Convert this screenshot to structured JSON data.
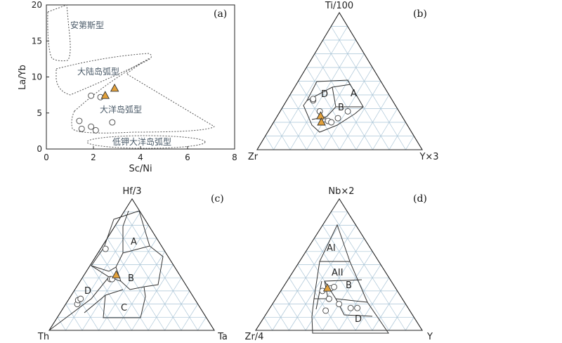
{
  "chart_data": [
    {
      "type": "scatter",
      "panel": "(a)",
      "xlabel": "Sc/Ni",
      "ylabel": "La/Yb",
      "xlim": [
        0,
        8
      ],
      "ylim": [
        0,
        20
      ],
      "xticks": [
        0,
        2,
        4,
        6,
        8
      ],
      "yticks": [
        0,
        5,
        10,
        15,
        20
      ],
      "regions": [
        "安第斯型",
        "大陆岛弧型",
        "大洋岛弧型",
        "低钾大洋岛弧型"
      ],
      "series": [
        {
          "marker": "circle",
          "points": [
            [
              1.9,
              7.4
            ],
            [
              2.3,
              7.2
            ],
            [
              1.4,
              3.9
            ],
            [
              1.5,
              2.8
            ],
            [
              1.9,
              3.1
            ],
            [
              2.1,
              2.6
            ],
            [
              2.8,
              3.7
            ]
          ]
        },
        {
          "marker": "triangle",
          "points": [
            [
              2.5,
              7.4
            ],
            [
              2.9,
              8.4
            ]
          ]
        }
      ]
    },
    {
      "type": "scatter",
      "panel": "(b)",
      "apices": [
        "Ti/100",
        "Zr",
        "Y×3"
      ],
      "fields": [
        "A",
        "B",
        "D"
      ],
      "series": [
        {
          "marker": "circle",
          "points": [
            [
              0.34,
              0.36
            ],
            [
              0.34,
              0.37
            ],
            [
              0.38,
              0.28
            ],
            [
              0.4,
              0.22
            ],
            [
              0.43,
              0.21
            ],
            [
              0.45,
              0.2
            ],
            [
              0.49,
              0.23
            ],
            [
              0.55,
              0.28
            ]
          ]
        },
        {
          "marker": "triangle",
          "points": [
            [
              0.385,
              0.245
            ],
            [
              0.39,
              0.2
            ]
          ]
        }
      ]
    },
    {
      "type": "scatter",
      "panel": "(c)",
      "apices": [
        "Hf/3",
        "Th",
        "Ta"
      ],
      "fields": [
        "A",
        "B",
        "C",
        "D"
      ],
      "series": [
        {
          "marker": "circle",
          "points": [
            [
              0.34,
              0.62
            ],
            [
              0.37,
              0.39
            ],
            [
              0.38,
              0.39
            ],
            [
              0.17,
              0.2
            ],
            [
              0.175,
              0.23
            ],
            [
              0.19,
              0.24
            ]
          ]
        },
        {
          "marker": "triangle",
          "points": [
            [
              0.405,
              0.42
            ]
          ]
        }
      ]
    },
    {
      "type": "scatter",
      "panel": "(d)",
      "apices": [
        "Nb×2",
        "Zr/4",
        "Y"
      ],
      "fields": [
        "AI",
        "AII",
        "B",
        "D"
      ],
      "series": [
        {
          "marker": "circle",
          "points": [
            [
              0.4,
              0.3
            ],
            [
              0.45,
              0.32
            ],
            [
              0.47,
              0.33
            ],
            [
              0.44,
              0.24
            ],
            [
              0.5,
              0.2
            ],
            [
              0.57,
              0.17
            ],
            [
              0.61,
              0.17
            ],
            [
              0.42,
              0.15
            ]
          ]
        },
        {
          "marker": "triangle",
          "points": [
            [
              0.43,
              0.32
            ]
          ]
        }
      ]
    }
  ]
}
